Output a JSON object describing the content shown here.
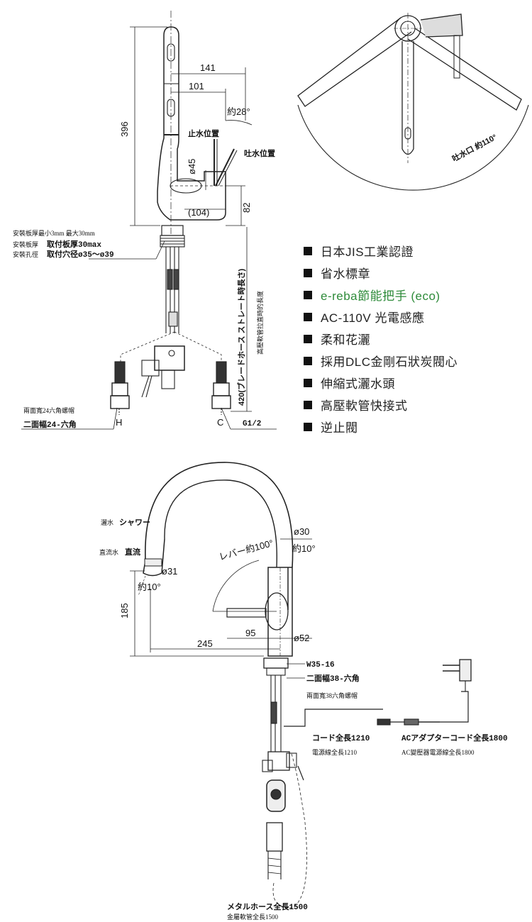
{
  "features": [
    {
      "label": "日本JIS工業認證",
      "color": "#222222"
    },
    {
      "label": "省水標章",
      "color": "#222222"
    },
    {
      "label": "e-reba節能把手 (eco)",
      "color": "#2e8b3a"
    },
    {
      "label": "AC-110V 光電感應",
      "color": "#222222"
    },
    {
      "label": "柔和花灑",
      "color": "#222222"
    },
    {
      "label": "採用DLC金剛石狀炭閥心",
      "color": "#222222"
    },
    {
      "label": "伸縮式灑水頭",
      "color": "#222222"
    },
    {
      "label": "高壓軟管快接式",
      "color": "#222222"
    },
    {
      "label": "逆止閥",
      "color": "#222222"
    }
  ],
  "side_view": {
    "height": "396",
    "width_141": "141",
    "width_101": "101",
    "angle_28": "約28°",
    "stop_pos": "止水位置",
    "spout_pos": "吐水位置",
    "dia_45": "ø45",
    "depth_104": "(104)",
    "dim_82": "82",
    "mount_thick_cn": "安裝板厚最小3mm 最大30mm",
    "mount_plate_cn": "安裝板厚",
    "mount_plate_jp": "取付板厚30max",
    "mount_hole_cn": "安裝孔徑",
    "mount_hole_jp": "取付穴径ø35～ø39",
    "hose_len": "420(ブレードホース ストレート時長さ)",
    "hose_len_cn": "高壓軟管拉直時的長度",
    "nut_cn": "兩面寬24六角螺帽",
    "nut_jp": "二面幅24-六角",
    "hot": "H",
    "cold": "C",
    "thread": "G1/2"
  },
  "top_view": {
    "angle": "吐水口 約110°"
  },
  "pull_view": {
    "shower_cn": "灑水",
    "shower_jp": "シャワー",
    "straight_cn": "直流水",
    "straight_jp": "直流",
    "dia_31": "ø31",
    "angle_10a": "約10°",
    "dim_185": "185",
    "lever": "レバー約100°",
    "dia_30": "ø30",
    "angle_10b": "約10°",
    "dim_245": "245",
    "dim_95": "95",
    "dia_52": "ø52",
    "thread_w": "W35-16",
    "nut_jp": "二面幅38-六角",
    "nut_cn": "兩面寬38六角螺帽",
    "cord_jp": "コード全長1210",
    "cord_cn": "電源線全長1210",
    "adapter_jp": "ACアダプターコード全長1800",
    "adapter_cn": "AC變壓器電源線全長1800",
    "metal_hose_jp": "メタルホース全長1500",
    "metal_hose_cn": "金屬軟管全長1500"
  }
}
